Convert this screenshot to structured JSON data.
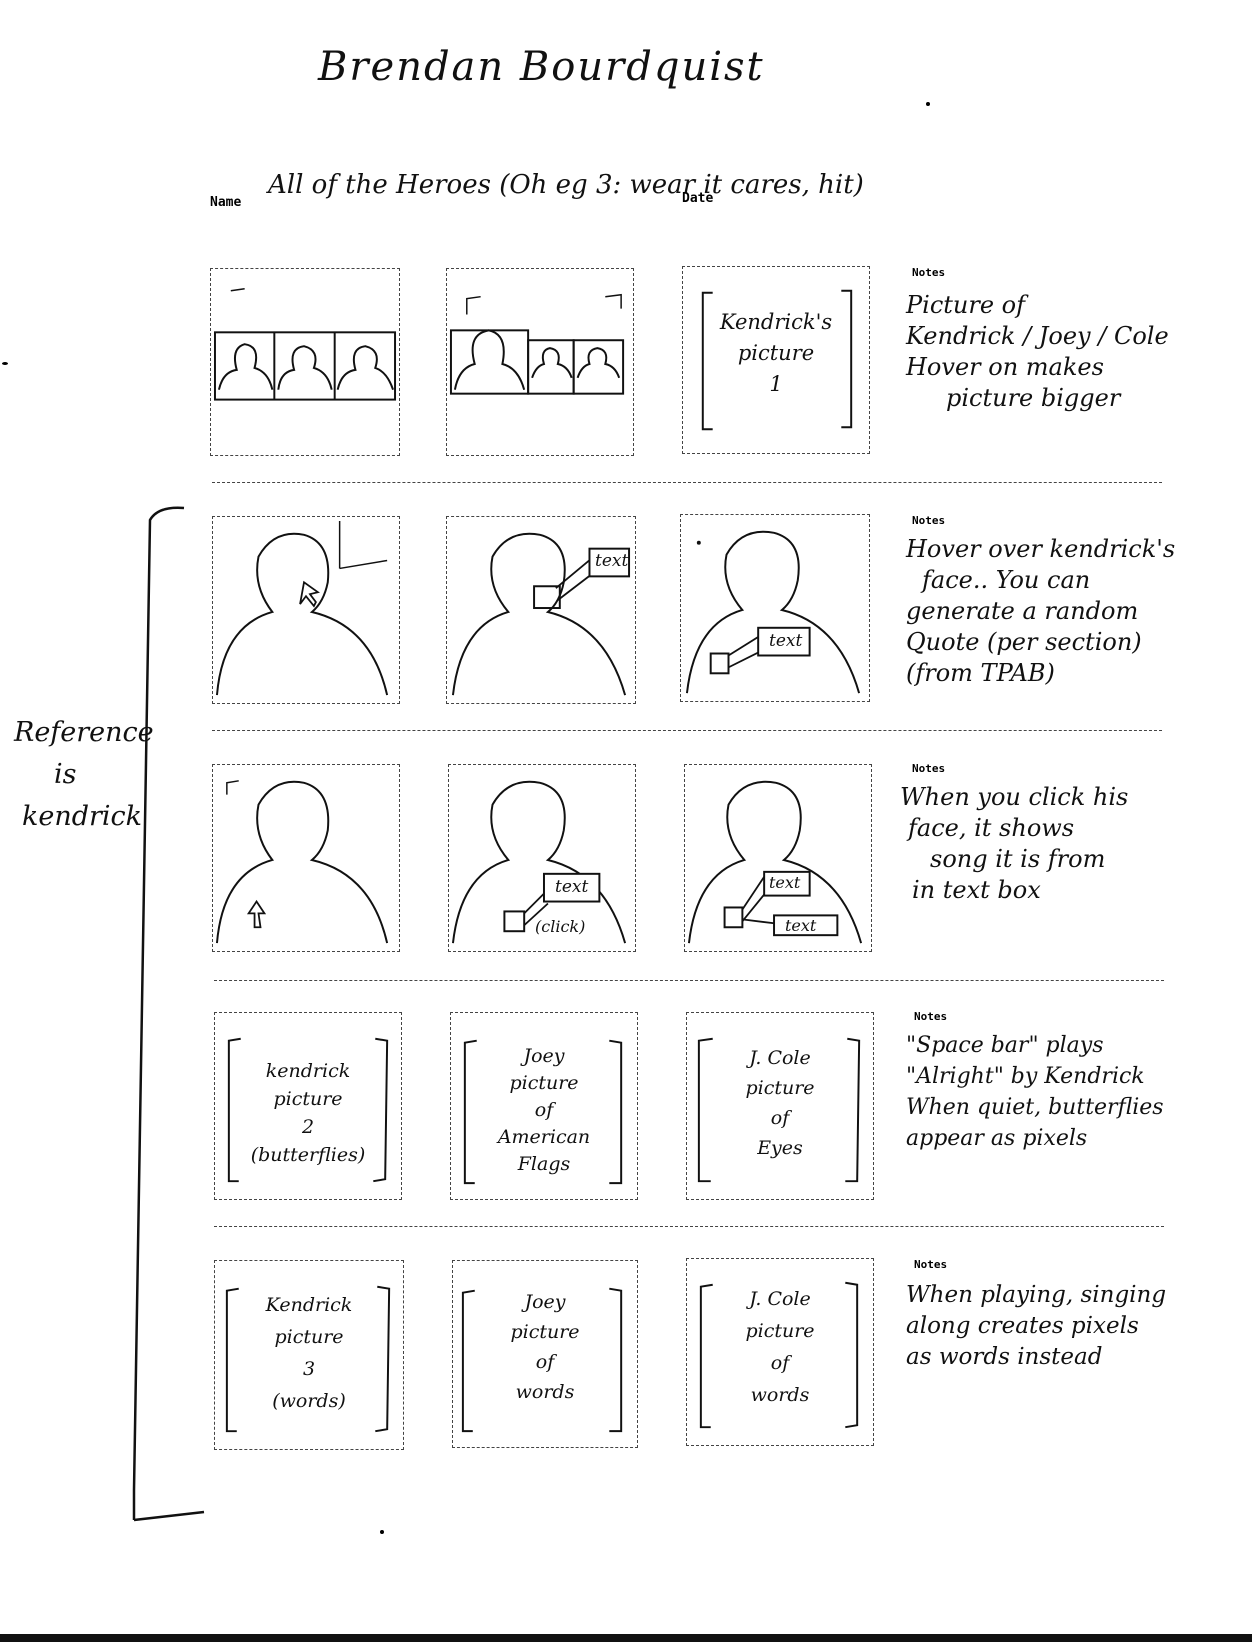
{
  "author_name": "Brendan Bourdquist",
  "name_label": "Name",
  "name_value": "All of the Heroes (Oh eg 3: wear it cares, hit)",
  "date_label": "Date",
  "side_annotation": [
    "Reference",
    "is",
    "kendrick"
  ],
  "rows": [
    {
      "notes_label": "Notes",
      "notes_text": [
        "Picture of",
        "Kendrick / Joey / Cole",
        "Hover on makes",
        "picture bigger"
      ],
      "frames": [
        {
          "kind": "three-heads"
        },
        {
          "kind": "three-heads-enlarged"
        },
        {
          "kind": "text",
          "lines": [
            "Kendrick's",
            "picture",
            "1"
          ]
        }
      ]
    },
    {
      "notes_label": "Notes",
      "notes_text": [
        "Hover over kendrick's",
        "face.. You can",
        "generate a random",
        "Quote (per section)",
        "(from TPAB)"
      ],
      "frames": [
        {
          "kind": "bust-cursor"
        },
        {
          "kind": "bust-callout",
          "callout": "text"
        },
        {
          "kind": "bust-callout-low",
          "callout": "text"
        }
      ]
    },
    {
      "notes_label": "Notes",
      "notes_text": [
        "When you click his",
        "face, it shows",
        "song it is from",
        "in text box"
      ],
      "frames": [
        {
          "kind": "bust-cursor-low"
        },
        {
          "kind": "bust-click",
          "callout": "text",
          "caption": "(click)"
        },
        {
          "kind": "bust-two-boxes",
          "callout": "text",
          "callout2": "text"
        }
      ]
    },
    {
      "notes_label": "Notes",
      "notes_text": [
        "\"Space bar\" plays",
        "\"Alright\" by Kendrick",
        "When quiet, butterflies",
        "appear as pixels"
      ],
      "frames": [
        {
          "kind": "text",
          "lines": [
            "kendrick",
            "picture",
            "2",
            "(butterflies)"
          ]
        },
        {
          "kind": "text",
          "lines": [
            "Joey",
            "picture",
            "of",
            "American",
            "Flags"
          ]
        },
        {
          "kind": "text",
          "lines": [
            "J. Cole",
            "picture",
            "of",
            "Eyes"
          ]
        }
      ]
    },
    {
      "notes_label": "Notes",
      "notes_text": [
        "When playing, singing",
        "along creates pixels",
        "as words instead"
      ],
      "frames": [
        {
          "kind": "text",
          "lines": [
            "Kendrick",
            "picture",
            "3",
            "(words)"
          ]
        },
        {
          "kind": "text",
          "lines": [
            "Joey",
            "picture",
            "of",
            "words"
          ]
        },
        {
          "kind": "text",
          "lines": [
            "J. Cole",
            "picture",
            "of",
            "words"
          ]
        }
      ]
    }
  ]
}
